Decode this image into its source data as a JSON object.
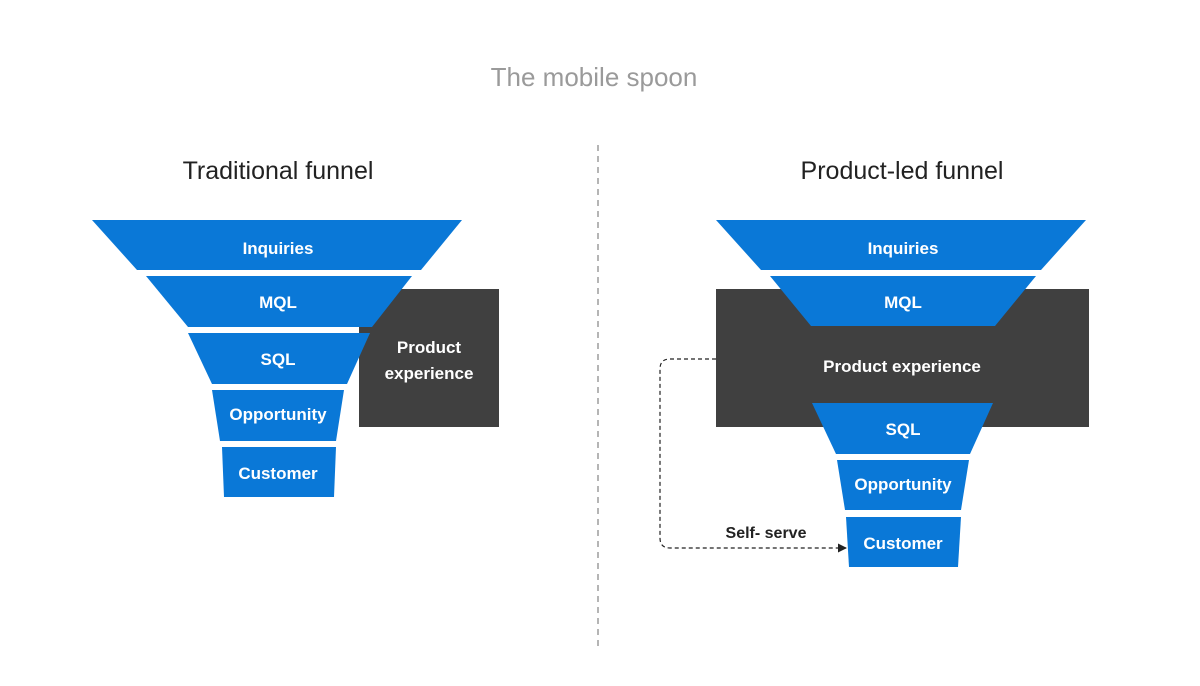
{
  "header": {
    "title": "The mobile spoon"
  },
  "traditional": {
    "title": "Traditional funnel",
    "stages": [
      "Inquiries",
      "MQL",
      "SQL",
      "Opportunity",
      "Customer"
    ],
    "product_box": [
      "Product",
      "experience"
    ]
  },
  "product_led": {
    "title": "Product-led funnel",
    "stages": [
      "Inquiries",
      "MQL",
      "SQL",
      "Opportunity",
      "Customer"
    ],
    "product_box": "Product experience",
    "shortcut_label": "Self- serve"
  },
  "colors": {
    "funnel_blue": "#0a78d7",
    "product_box": "#404040",
    "divider": "#b5b5b5"
  }
}
